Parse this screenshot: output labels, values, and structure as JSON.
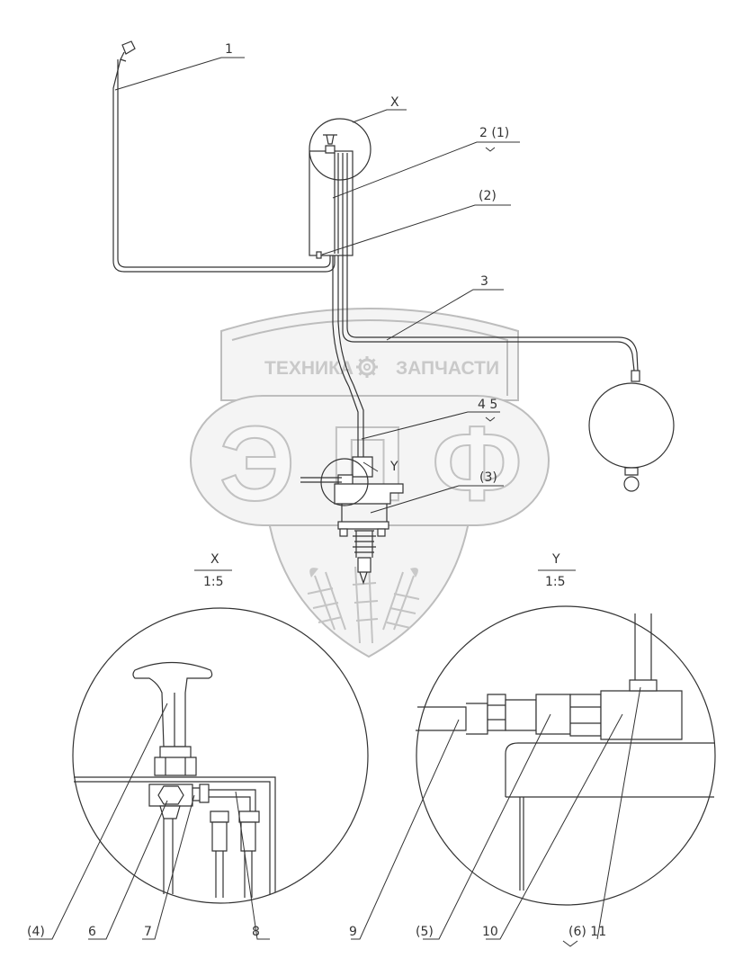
{
  "colors": {
    "line": "#333333",
    "watermark": "#bdbdbd",
    "watermark_fill": "#f3f3f3",
    "background": "#ffffff"
  },
  "watermark": {
    "top_text_left": "ТЕХНИКА",
    "top_text_right": "ЗАПЧАСТИ",
    "big_letters": [
      "Э",
      "П",
      "Ф"
    ],
    "gear_icon": "gear-icon"
  },
  "labels": {
    "l1": "1",
    "lX": "X",
    "l2_1": "2 (1)",
    "lp2": "(2)",
    "l3": "3",
    "l45": "4 5",
    "lY": "Y",
    "lp3": "(3)"
  },
  "details": {
    "x": {
      "name": "X",
      "scale": "1:5"
    },
    "y": {
      "name": "Y",
      "scale": "1:5"
    }
  },
  "callouts": {
    "c4": "(4)",
    "c6": "6",
    "c7": "7",
    "c8": "8",
    "c9": "9",
    "c5": "(5)",
    "c10": "10",
    "c6_11": "(6) 11"
  }
}
